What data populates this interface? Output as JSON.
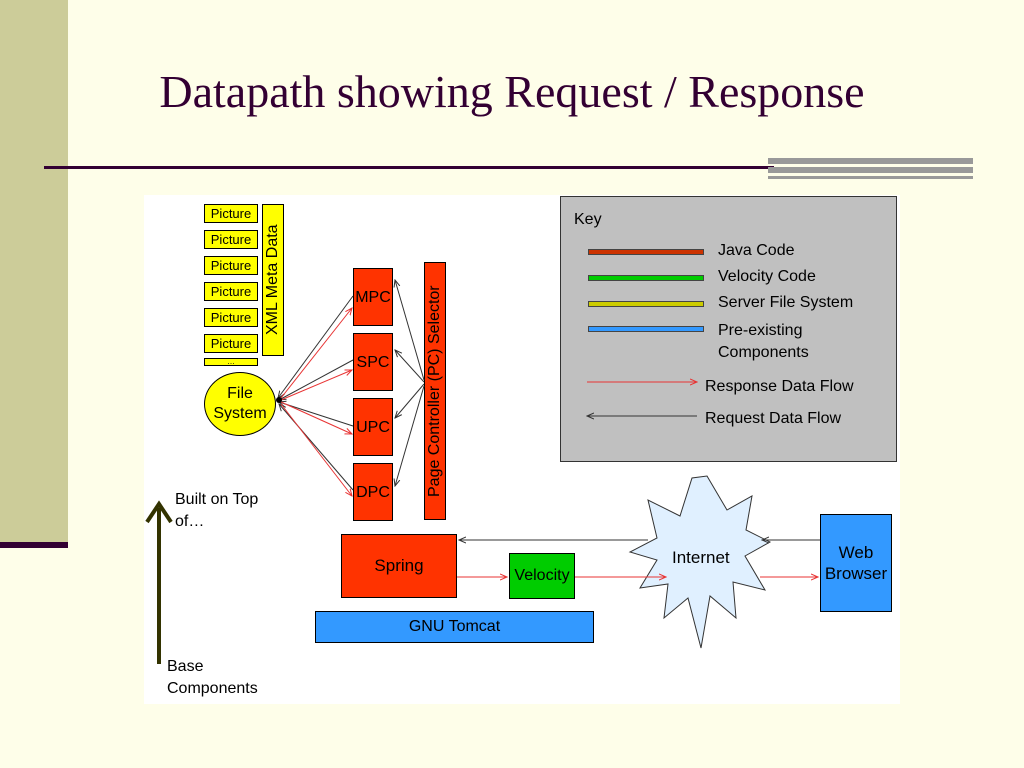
{
  "slide": {
    "title": "Datapath showing Request / Response"
  },
  "pictures": [
    "Picture",
    "Picture",
    "Picture",
    "Picture",
    "Picture",
    "Picture"
  ],
  "pictures_more": "…",
  "xml_meta": "XML Meta Data",
  "file_system": "File System",
  "controllers": [
    "MPC",
    "SPC",
    "UPC",
    "DPC"
  ],
  "pc_selector": "Page Controller (PC) Selector",
  "spring": "Spring",
  "velocity": "Velocity",
  "tomcat": "GNU Tomcat",
  "internet": "Internet",
  "browser": "Web Browser",
  "built_on": {
    "top": "Built on Top of…",
    "bottom": "Base Components"
  },
  "key": {
    "heading": "Key",
    "items": [
      {
        "label": "Java Code",
        "color": "#cc3300"
      },
      {
        "label": "Velocity Code",
        "color": "#00cc00"
      },
      {
        "label": "Server File System",
        "color": "#cccc00"
      },
      {
        "label": "Pre-existing Components",
        "color": "#3399ff"
      }
    ],
    "flows": [
      {
        "label": "Response Data Flow",
        "color": "#ff3333"
      },
      {
        "label": "Request Data Flow",
        "color": "#333333"
      }
    ]
  },
  "colors": {
    "title": "#330033",
    "background": "#fefee9",
    "accent_band": "#cccc99"
  }
}
